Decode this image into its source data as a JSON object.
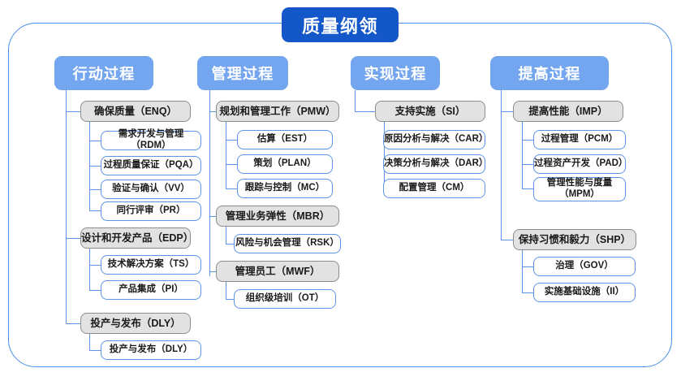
{
  "diagram": {
    "title": "质量纲领",
    "columns": [
      {
        "header": "行动过程",
        "groups": [
          {
            "label": "确保质量（ENQ）",
            "items": [
              "需求开发与管理（RDM）",
              "过程质量保证（PQA）",
              "验证与确认（VV）",
              "同行评审（PR）"
            ]
          },
          {
            "label": "设计和开发产品（EDP）",
            "items": [
              "技术解决方案（TS）",
              "产品集成（PI）"
            ]
          },
          {
            "label": "投产与发布（DLY）",
            "items": [
              "投产与发布（DLY）"
            ]
          }
        ]
      },
      {
        "header": "管理过程",
        "groups": [
          {
            "label": "规划和管理工作（PMW）",
            "items": [
              "估算（EST）",
              "策划（PLAN）",
              "跟踪与控制（MC）"
            ]
          },
          {
            "label": "管理业务弹性（MBR）",
            "items": [
              "风险与机会管理（RSK）"
            ]
          },
          {
            "label": "管理员工（MWF）",
            "items": [
              "组织级培训（OT）"
            ]
          }
        ]
      },
      {
        "header": "实现过程",
        "groups": [
          {
            "label": "支持实施（SI）",
            "items": [
              "原因分析与解决（CAR）",
              "决策分析与解决（DAR）",
              "配置管理（CM）"
            ]
          }
        ]
      },
      {
        "header": "提高过程",
        "groups": [
          {
            "label": "提高性能（IMP）",
            "items": [
              "过程管理（PCM）",
              "过程资产开发（PAD）",
              "管理性能与度量\n（MPM）"
            ]
          },
          {
            "label": "保持习惯和毅力（SHP）",
            "items": [
              "治理（GOV）",
              "实施基础设施（II）"
            ]
          }
        ]
      }
    ],
    "colors": {
      "title_fill": "#1357c8",
      "header_fill": "#74a6f0",
      "group_fill": "#e2e2e2",
      "group_border": "#8d8d8d",
      "leaf_border": "#5b93e8",
      "frame_border": "#4a90e8",
      "connector": "#5b93e8",
      "background": "#ffffff"
    }
  }
}
